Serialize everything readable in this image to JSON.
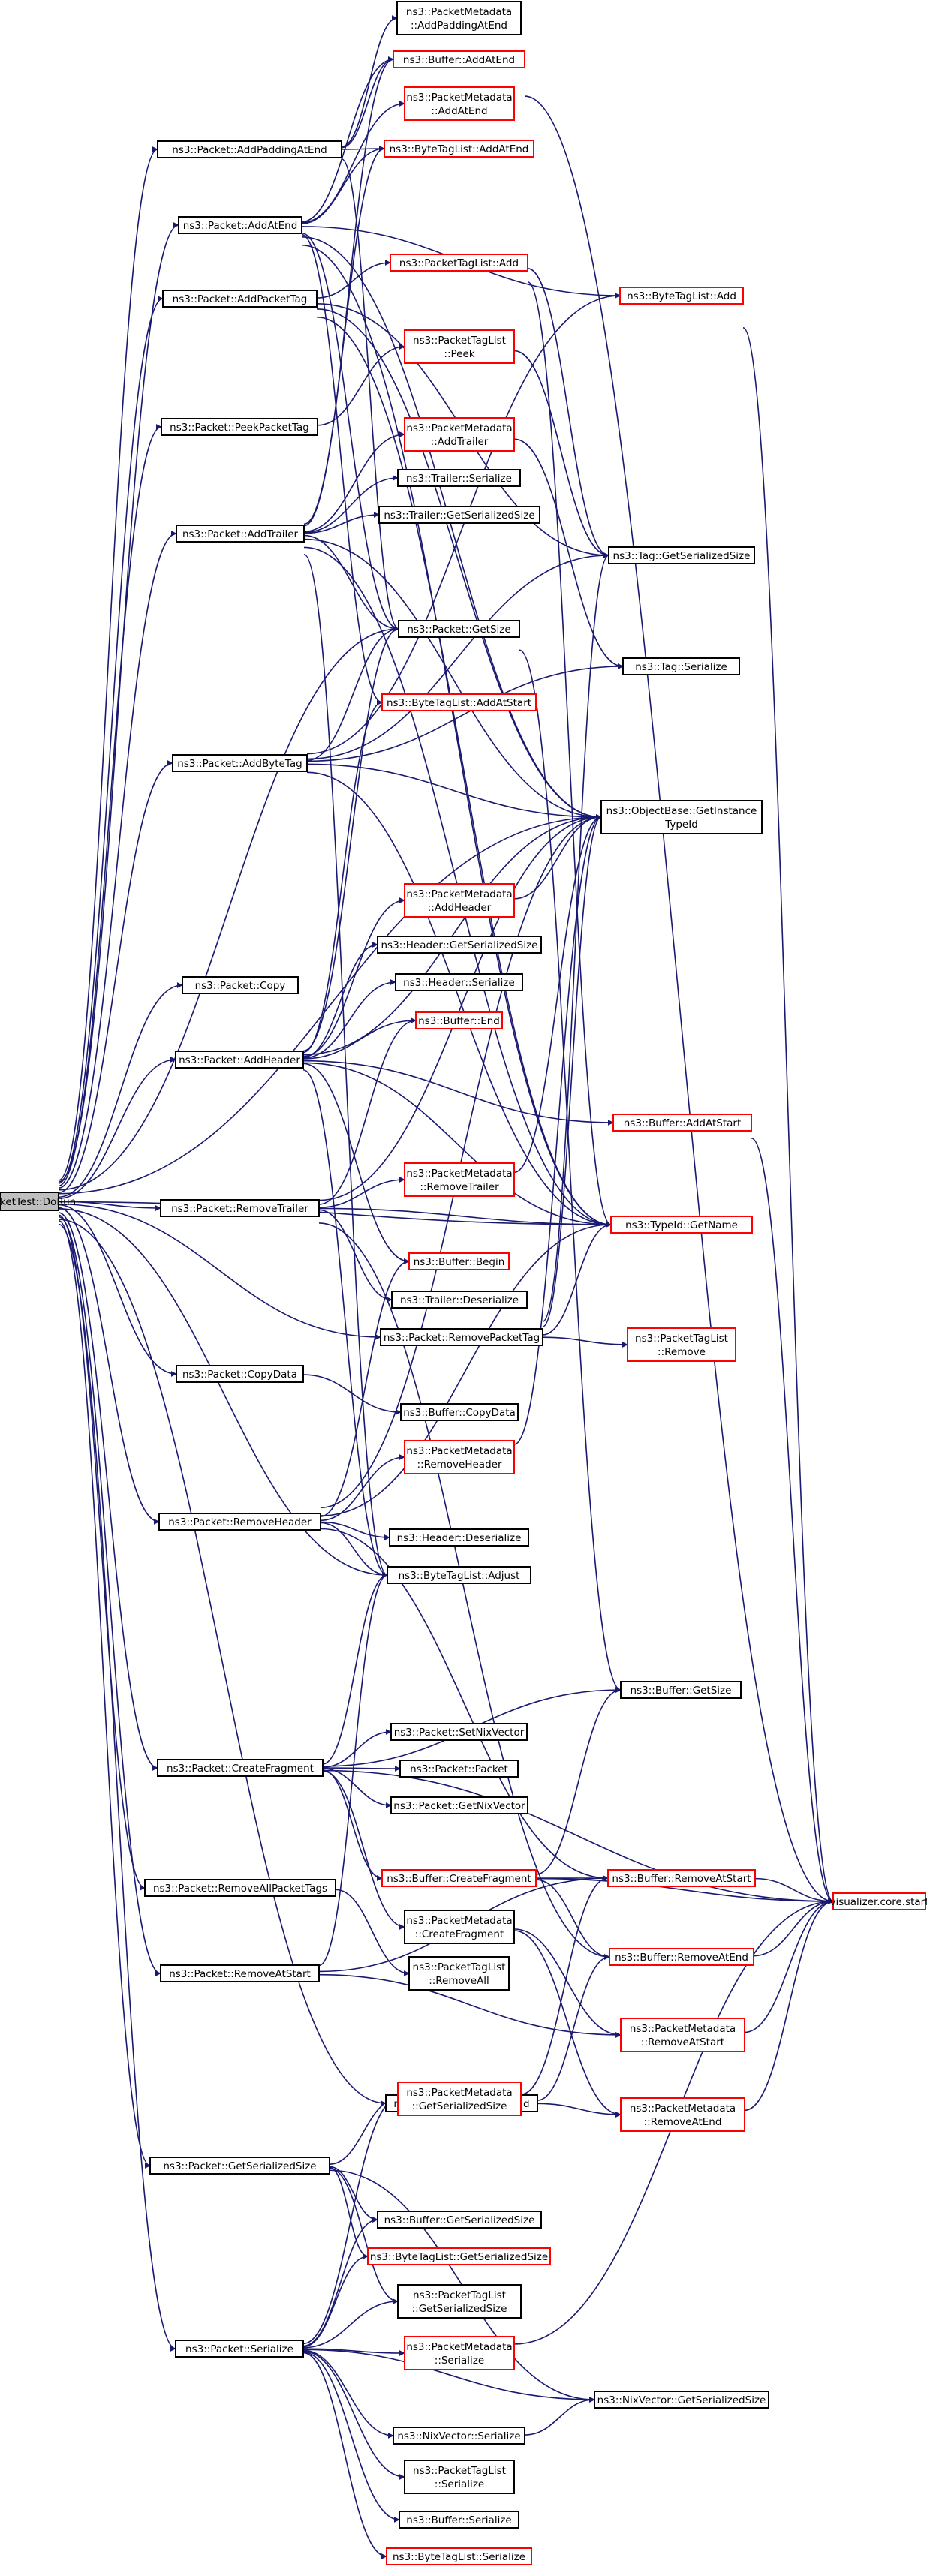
{
  "colors": {
    "edge": "#191970",
    "node_border_normal": "#000000",
    "node_border_red": "#ff0000",
    "root_fill": "#bfbfbf",
    "node_fill": "#ffffff"
  },
  "nodes": {
    "root": [
      "PacketTest::DoRun"
    ],
    "addPaddingAtEnd": [
      "ns3::Packet::AddPaddingAtEnd"
    ],
    "addAtEnd": [
      "ns3::Packet::AddAtEnd"
    ],
    "addPacketTag": [
      "ns3::Packet::AddPacketTag"
    ],
    "peekPacketTag": [
      "ns3::Packet::PeekPacketTag"
    ],
    "addTrailer": [
      "ns3::Packet::AddTrailer"
    ],
    "addByteTag": [
      "ns3::Packet::AddByteTag"
    ],
    "copy": [
      "ns3::Packet::Copy"
    ],
    "addHeader": [
      "ns3::Packet::AddHeader"
    ],
    "removeTrailer": [
      "ns3::Packet::RemoveTrailer"
    ],
    "removePacketTag": [
      "ns3::Packet::RemovePacketTag"
    ],
    "copyData": [
      "ns3::Packet::CopyData"
    ],
    "removeHeader": [
      "ns3::Packet::RemoveHeader"
    ],
    "createFragment": [
      "ns3::Packet::CreateFragment"
    ],
    "removeAllPacketTags": [
      "ns3::Packet::RemoveAllPacketTags"
    ],
    "removeAtStart": [
      "ns3::Packet::RemoveAtStart"
    ],
    "removeAtEnd": [
      "ns3::Packet::RemoveAtEnd"
    ],
    "getSerializedSize": [
      "ns3::Packet::GetSerializedSize"
    ],
    "serialize": [
      "ns3::Packet::Serialize"
    ],
    "pmAddPaddingAtEnd": [
      "ns3::PacketMetadata",
      "::AddPaddingAtEnd"
    ],
    "bufAddAtEnd": [
      "ns3::Buffer::AddAtEnd"
    ],
    "pmAddAtEnd": [
      "ns3::PacketMetadata",
      "::AddAtEnd"
    ],
    "btlAddAtEnd": [
      "ns3::ByteTagList::AddAtEnd"
    ],
    "ptlAdd": [
      "ns3::PacketTagList::Add"
    ],
    "btlAdd": [
      "ns3::ByteTagList::Add"
    ],
    "ptlPeek": [
      "ns3::PacketTagList",
      "::Peek"
    ],
    "pmAddTrailer": [
      "ns3::PacketMetadata",
      "::AddTrailer"
    ],
    "trailerSerialize": [
      "ns3::Trailer::Serialize"
    ],
    "trailerGetSerializedSize": [
      "ns3::Trailer::GetSerializedSize"
    ],
    "tagGetSerializedSize": [
      "ns3::Tag::GetSerializedSize"
    ],
    "getSize": [
      "ns3::Packet::GetSize"
    ],
    "tagSerialize": [
      "ns3::Tag::Serialize"
    ],
    "btlAddAtStart": [
      "ns3::ByteTagList::AddAtStart"
    ],
    "objGetInstanceTypeId": [
      "ns3::ObjectBase::GetInstance",
      "TypeId"
    ],
    "pmAddHeader": [
      "ns3::PacketMetadata",
      "::AddHeader"
    ],
    "headerGetSerializedSize": [
      "ns3::Header::GetSerializedSize"
    ],
    "headerSerialize": [
      "ns3::Header::Serialize"
    ],
    "bufEnd": [
      "ns3::Buffer::End"
    ],
    "bufAddAtStart": [
      "ns3::Buffer::AddAtStart"
    ],
    "pmRemoveTrailer": [
      "ns3::PacketMetadata",
      "::RemoveTrailer"
    ],
    "typeIdGetName": [
      "ns3::TypeId::GetName"
    ],
    "bufBegin": [
      "ns3::Buffer::Begin"
    ],
    "trailerDeserialize": [
      "ns3::Trailer::Deserialize"
    ],
    "ptlRemove": [
      "ns3::PacketTagList",
      "::Remove"
    ],
    "bufCopyData": [
      "ns3::Buffer::CopyData"
    ],
    "pmRemoveHeader": [
      "ns3::PacketMetadata",
      "::RemoveHeader"
    ],
    "headerDeserialize": [
      "ns3::Header::Deserialize"
    ],
    "btlAdjust": [
      "ns3::ByteTagList::Adjust"
    ],
    "bufGetSize": [
      "ns3::Buffer::GetSize"
    ],
    "setNixVector": [
      "ns3::Packet::SetNixVector"
    ],
    "packetCtor": [
      "ns3::Packet::Packet"
    ],
    "getNixVector": [
      "ns3::Packet::GetNixVector"
    ],
    "bufCreateFragment": [
      "ns3::Buffer::CreateFragment"
    ],
    "bufRemoveAtStart": [
      "ns3::Buffer::RemoveAtStart"
    ],
    "vizStart": [
      "visualizer.core.start"
    ],
    "pmCreateFragment": [
      "ns3::PacketMetadata",
      "::CreateFragment"
    ],
    "bufRemoveAtEnd": [
      "ns3::Buffer::RemoveAtEnd"
    ],
    "ptlRemoveAll": [
      "ns3::PacketTagList",
      "::RemoveAll"
    ],
    "pmRemoveAtStart": [
      "ns3::PacketMetadata",
      "::RemoveAtStart"
    ],
    "pmGetSerializedSize": [
      "ns3::PacketMetadata",
      "::GetSerializedSize"
    ],
    "pmRemoveAtEnd": [
      "ns3::PacketMetadata",
      "::RemoveAtEnd"
    ],
    "bufGetSerializedSize": [
      "ns3::Buffer::GetSerializedSize"
    ],
    "btlGetSerializedSize": [
      "ns3::ByteTagList::GetSerializedSize"
    ],
    "ptlGetSerializedSize": [
      "ns3::PacketTagList",
      "::GetSerializedSize"
    ],
    "pmSerialize": [
      "ns3::PacketMetadata",
      "::Serialize"
    ],
    "nixGetSerializedSize": [
      "ns3::NixVector::GetSerializedSize"
    ],
    "nixSerialize": [
      "ns3::NixVector::Serialize"
    ],
    "ptlSerialize": [
      "ns3::PacketTagList",
      "::Serialize"
    ],
    "bufSerialize": [
      "ns3::Buffer::Serialize"
    ],
    "btlSerialize": [
      "ns3::ByteTagList::Serialize"
    ]
  }
}
